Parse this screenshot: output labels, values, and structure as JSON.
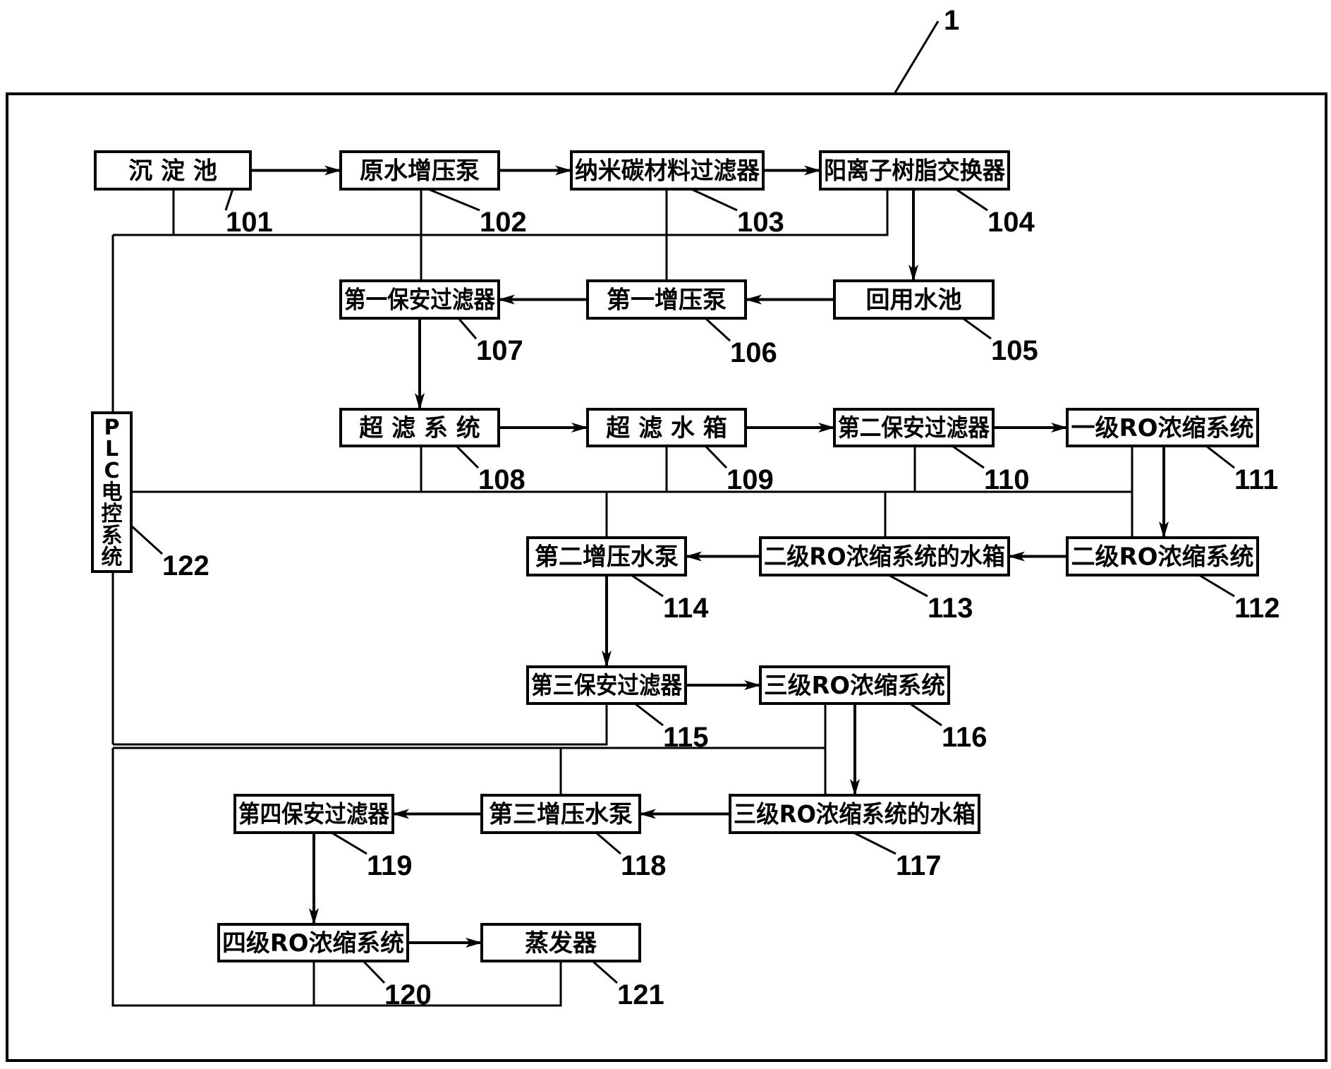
{
  "figure_ref": "1",
  "nodes": [
    {
      "id": "101",
      "label": "沉 淀 池"
    },
    {
      "id": "102",
      "label": "原水增压泵"
    },
    {
      "id": "103",
      "label": "纳米碳材料过滤器"
    },
    {
      "id": "104",
      "label": "阳离子树脂交换器"
    },
    {
      "id": "105",
      "label": "回用水池"
    },
    {
      "id": "106",
      "label": "第一增压泵"
    },
    {
      "id": "107",
      "label": "第一保安过滤器"
    },
    {
      "id": "108",
      "label": "超 滤 系 统"
    },
    {
      "id": "109",
      "label": "超 滤 水 箱"
    },
    {
      "id": "110",
      "label": "第二保安过滤器"
    },
    {
      "id": "111",
      "label": "一级RO浓缩系统"
    },
    {
      "id": "112",
      "label": "二级RO浓缩系统"
    },
    {
      "id": "113",
      "label": "二级RO浓缩系统的水箱"
    },
    {
      "id": "114",
      "label": "第二增压水泵"
    },
    {
      "id": "115",
      "label": "第三保安过滤器"
    },
    {
      "id": "116",
      "label": "三级RO浓缩系统"
    },
    {
      "id": "117",
      "label": "三级RO浓缩系统的水箱"
    },
    {
      "id": "118",
      "label": "第三增压水泵"
    },
    {
      "id": "119",
      "label": "第四保安过滤器"
    },
    {
      "id": "120",
      "label": "四级RO浓缩系统"
    },
    {
      "id": "121",
      "label": "蒸发器"
    },
    {
      "id": "122",
      "label": "PLC电控系统"
    }
  ],
  "flows": [
    [
      "101",
      "102"
    ],
    [
      "102",
      "103"
    ],
    [
      "103",
      "104"
    ],
    [
      "104",
      "105"
    ],
    [
      "105",
      "106"
    ],
    [
      "106",
      "107"
    ],
    [
      "107",
      "108"
    ],
    [
      "108",
      "109"
    ],
    [
      "109",
      "110"
    ],
    [
      "110",
      "111"
    ],
    [
      "111",
      "112"
    ],
    [
      "112",
      "113"
    ],
    [
      "113",
      "114"
    ],
    [
      "114",
      "115"
    ],
    [
      "115",
      "116"
    ],
    [
      "116",
      "117"
    ],
    [
      "117",
      "118"
    ],
    [
      "118",
      "119"
    ],
    [
      "119",
      "120"
    ],
    [
      "120",
      "121"
    ]
  ],
  "controller": "122"
}
